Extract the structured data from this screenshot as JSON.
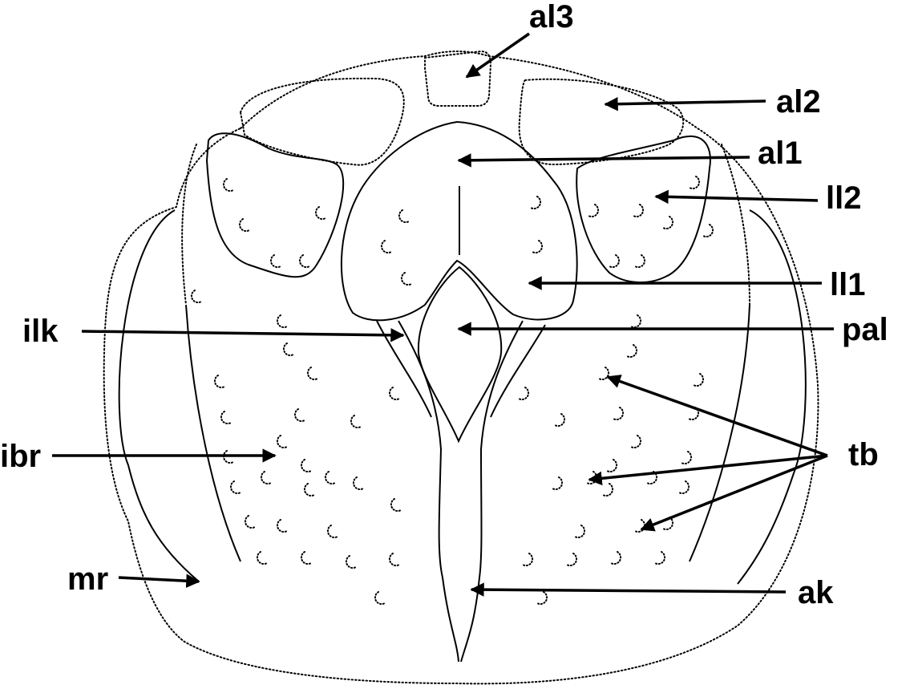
{
  "labels": {
    "al3": "al3",
    "al2": "al2",
    "al1": "al1",
    "ll2": "ll2",
    "ll1": "ll1",
    "ilk": "ilk",
    "pal": "pal",
    "ibr": "ibr",
    "tb": "tb",
    "mr": "mr",
    "ak": "ak"
  },
  "colors": {
    "line": "#000000",
    "background": "#ffffff"
  }
}
